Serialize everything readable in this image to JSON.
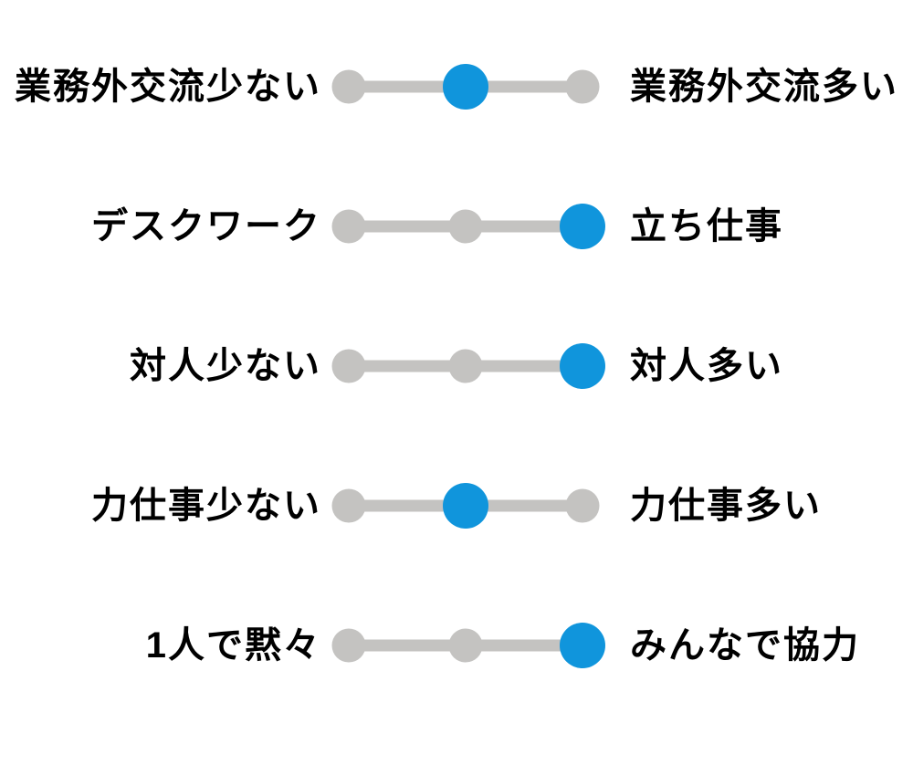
{
  "colors": {
    "accent_blue": "#1095dc",
    "track_gray": "#c4c3c1",
    "text_black": "#000000"
  },
  "rows": [
    {
      "left": "業務外交流少ない",
      "right": "業務外交流多い",
      "selected": "mid"
    },
    {
      "left": "デスクワーク",
      "right": "立ち仕事",
      "selected": "right"
    },
    {
      "left": "対人少ない",
      "right": "対人多い",
      "selected": "right"
    },
    {
      "left": "力仕事少ない",
      "right": "力仕事多い",
      "selected": "mid"
    },
    {
      "left": "1人で黙々",
      "right": "みんなで協力",
      "selected": "right"
    }
  ],
  "chart_data": {
    "type": "scatter",
    "subtype": "three-point-likert-scale",
    "scale": {
      "min": 1,
      "max": 3,
      "points": 3
    },
    "categories": [
      "業務外交流少ない / 業務外交流多い",
      "デスクワーク / 立ち仕事",
      "対人少ない / 対人多い",
      "力仕事少ない / 力仕事多い",
      "1人で黙々 / みんなで協力"
    ],
    "values": [
      2,
      3,
      3,
      2,
      3
    ],
    "title": "",
    "xlabel": "",
    "ylabel": "",
    "legend": [],
    "grid": false
  }
}
